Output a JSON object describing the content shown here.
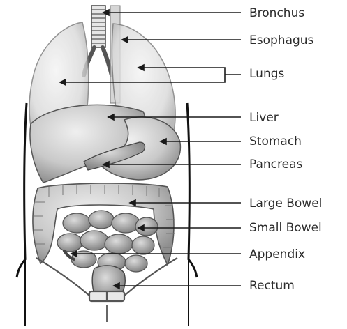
{
  "labels": {
    "bronchus": "Bronchus",
    "esophagus": "Esophagus",
    "lungs": "Lungs",
    "liver": "Liver",
    "stomach": "Stomach",
    "pancreas": "Pancreas",
    "large_bowel": "Large Bowel",
    "small_bowel": "Small Bowel",
    "appendix": "Appendix",
    "rectum": "Rectum"
  },
  "colors": {
    "label_text": "#2b2b2b",
    "leader_line": "#1a1a1a",
    "organ_fill": "#d6d6d6",
    "organ_stroke": "#555555"
  }
}
